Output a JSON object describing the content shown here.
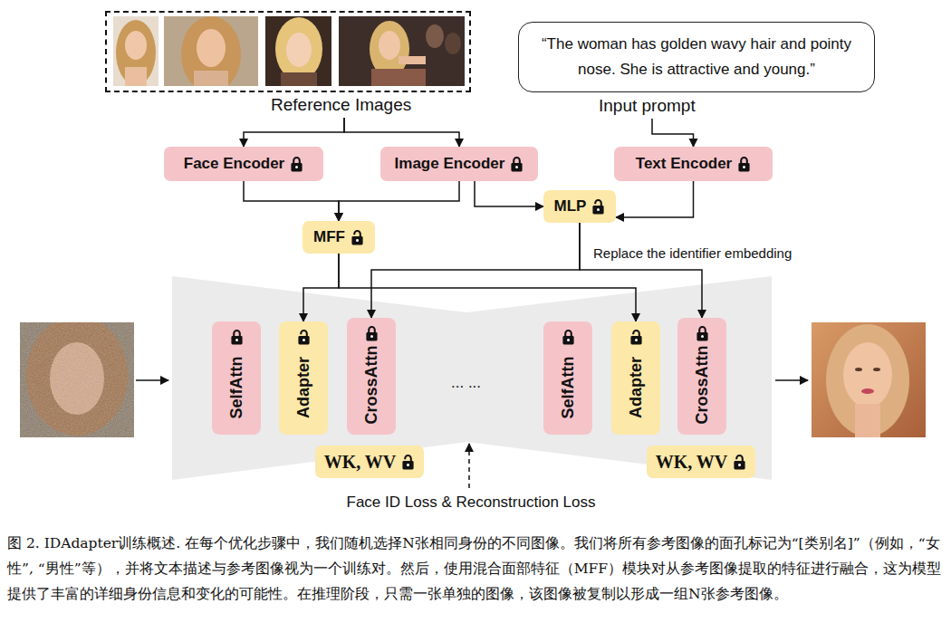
{
  "diagram": {
    "caption": "图 2. IDAdapter训练概述. 在每个优化步骤中，我们随机选择N张相同身份的不同图像。我们将所有参考图像的面孔标记为“[类别名]”（例如，“女性”, “男性”等），并将文本描述与参考图像视为一个训练对。然后，使用混合面部特征（MFF）模块对从参考图像提取的特征进行融合，这为模型提供了丰富的详细身份信息和变化的可能性。在推理阶段，只需一张单独的图像，该图像被复制以形成一组N张参考图像。",
    "nodes": [
      {
        "text": [
          "Reference Images"
        ]
      },
      {
        "text": [
          "“The woman has golden wavy hair and pointy nose. She is attractive and young.”",
          "Input prompt"
        ]
      },
      {
        "text": [
          "Face Encoder"
        ]
      },
      {
        "text": [
          "Image Encoder"
        ]
      },
      {
        "text": [
          "Text Encoder"
        ]
      },
      {
        "text": [
          "MLP"
        ]
      },
      {
        "text": [
          "MFF"
        ]
      },
      {
        "text": [
          "SelfAttn"
        ]
      },
      {
        "text": [
          "Adapter"
        ]
      },
      {
        "text": [
          "CrossAttn"
        ]
      },
      {
        "text": [
          "WK, WV"
        ]
      },
      {
        "text": [
          "SelfAttn"
        ]
      },
      {
        "text": [
          "Adapter"
        ]
      },
      {
        "text": [
          "CrossAttn"
        ]
      },
      {
        "text": [
          "WK, WV"
        ]
      }
    ],
    "edges": [
      {
        "from": 0,
        "to": 2,
        "arrow": "to"
      },
      {
        "from": 0,
        "to": 3,
        "arrow": "to"
      },
      {
        "from": 1,
        "to": 4,
        "arrow": "to"
      },
      {
        "from": 2,
        "to": 6,
        "arrow": "to"
      },
      {
        "from": 3,
        "to": 6,
        "arrow": "to"
      },
      {
        "from": 3,
        "to": 5,
        "arrow": "to"
      },
      {
        "from": 4,
        "to": 5,
        "arrow": "to"
      },
      {
        "from": 6,
        "to": 8,
        "arrow": "to"
      },
      {
        "from": 6,
        "to": 12,
        "arrow": "to"
      },
      {
        "from": 5,
        "to": 9,
        "arrow": "to"
      },
      {
        "from": 5,
        "to": 13,
        "arrow": "to"
      }
    ],
    "labels": [
      "Replace the identifier embedding",
      "... ...",
      "Face ID Loss & Reconstruction Loss"
    ]
  }
}
